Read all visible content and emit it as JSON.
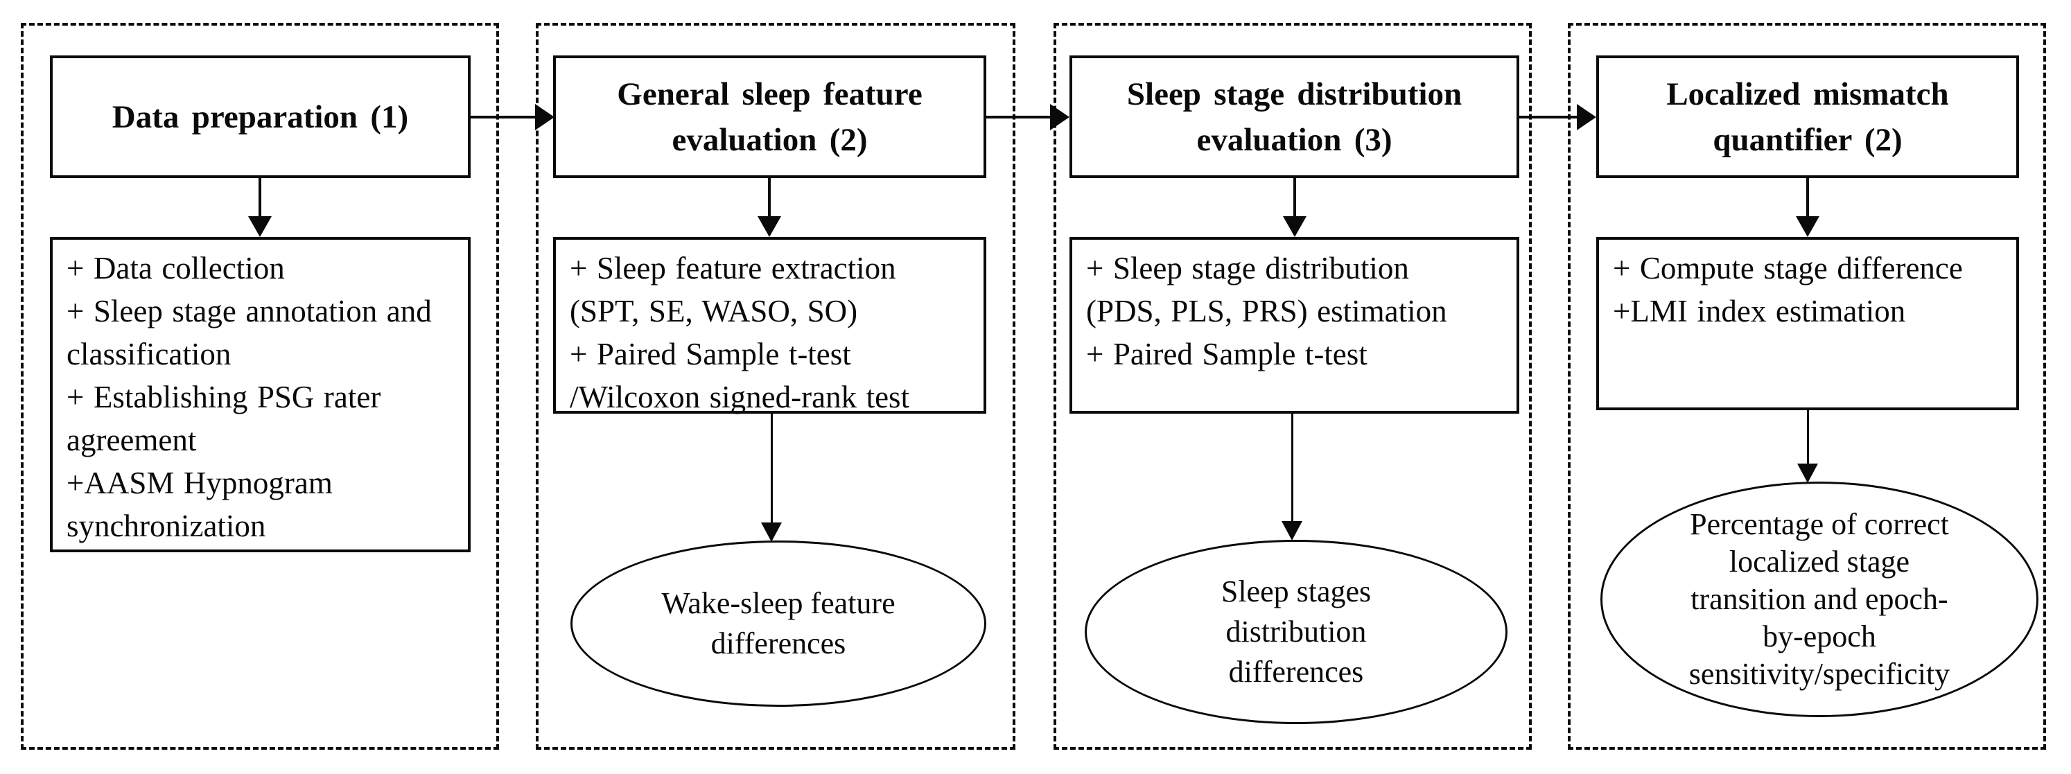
{
  "colors": {
    "ink": "#0a0a0a",
    "background": "#ffffff"
  },
  "columns": [
    {
      "title": "Data preparation (1)",
      "details": [
        "+ Data collection",
        "+ Sleep stage annotation and\nclassification",
        "+ Establishing PSG rater\nagreement",
        "+AASM Hypnogram\nsynchronization"
      ]
    },
    {
      "title": "General sleep feature\nevaluation (2)",
      "details": [
        "+ Sleep feature extraction\n(SPT, SE, WASO, SO)",
        "+ Paired Sample t-test\n/Wilcoxon signed-rank test"
      ],
      "output": "Wake-sleep feature\ndifferences"
    },
    {
      "title": "Sleep stage distribution\nevaluation (3)",
      "details": [
        "+ Sleep stage distribution\n(PDS, PLS, PRS) estimation",
        "+ Paired Sample t-test"
      ],
      "output": "Sleep stages\ndistribution\ndifferences"
    },
    {
      "title": "Localized mismatch\nquantifier (2)",
      "details": [
        "+ Compute stage difference",
        "+LMI index estimation"
      ],
      "output": "Percentage of correct\nlocalized stage\ntransition and epoch-\nby-epoch\nsensitivity/specificity"
    }
  ]
}
